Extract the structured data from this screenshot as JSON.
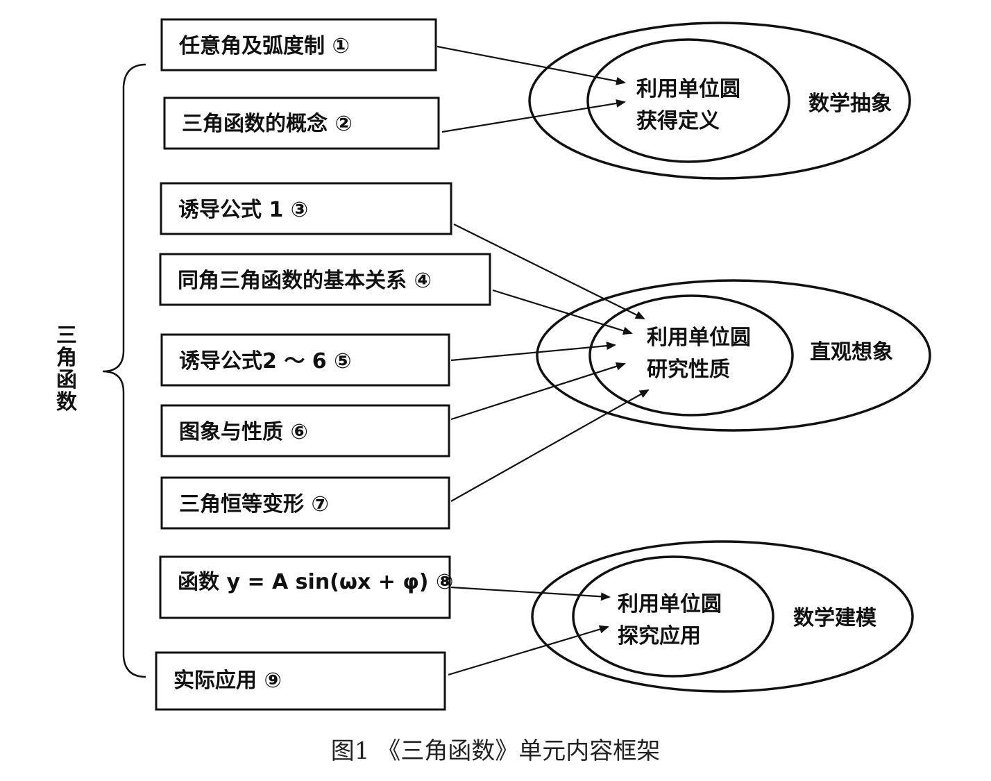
{
  "root_label": "三角函数",
  "topics": [
    {
      "label": "任意角及弧度制 ①"
    },
    {
      "label": "三角函数的概念 ②"
    },
    {
      "label": "诱导公式 1 ③"
    },
    {
      "label": "同角三角函数的基本关系 ④"
    },
    {
      "label": "诱导公式2 ～ 6 ⑤"
    },
    {
      "label": "图象与性质 ⑥"
    },
    {
      "label": "三角恒等变形 ⑦"
    },
    {
      "label": "函数 y = A sin(ωx + φ) ⑧"
    },
    {
      "label": "实际应用 ⑨"
    }
  ],
  "groups": [
    {
      "inner_line1": "利用单位圆",
      "inner_line2": "获得定义",
      "outer_label": "数学抽象"
    },
    {
      "inner_line1": "利用单位圆",
      "inner_line2": "研究性质",
      "outer_label": "直观想象"
    },
    {
      "inner_line1": "利用单位圆",
      "inner_line2": "探究应用",
      "outer_label": "数学建模"
    }
  ],
  "caption": "图1 《三角函数》单元内容框架"
}
